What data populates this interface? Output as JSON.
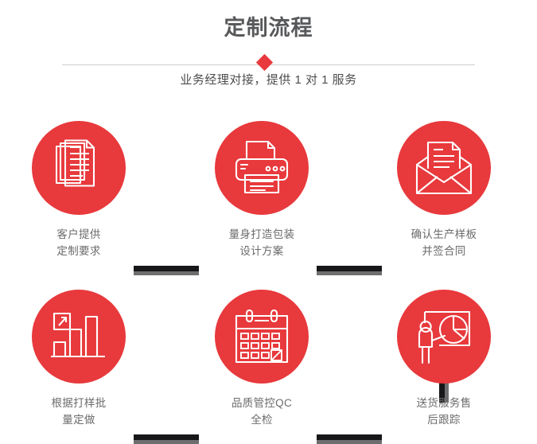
{
  "header": {
    "title": "定制流程",
    "subtitle": "业务经理对接，提供 1 对 1 服务",
    "diamond_color": "#e8393c",
    "divider_color": "#cfcfcf",
    "title_color": "#58595b"
  },
  "theme": {
    "accent": "#e8393c",
    "connector_main": "#17171a",
    "connector_shadow": "#6e6e70",
    "label_color": "#6b6b6b",
    "background": "#ffffff"
  },
  "steps": [
    {
      "index": 1,
      "icon": "documents-stack-icon",
      "label": "客户提供\n定制要求"
    },
    {
      "index": 2,
      "icon": "printer-icon",
      "label": "量身打造包装\n设计方案"
    },
    {
      "index": 3,
      "icon": "envelope-document-icon",
      "label": "确认生产样板\n并签合同"
    },
    {
      "index": 4,
      "icon": "bar-chart-growth-icon",
      "label": "根据打样批\n量定做"
    },
    {
      "index": 5,
      "icon": "calendar-check-icon",
      "label": "品质管控QC\n全检"
    },
    {
      "index": 6,
      "icon": "presenter-pie-chart-icon",
      "label": "送货服务售\n后跟踪"
    }
  ],
  "connectors": [
    {
      "name": "connector-step1-step2",
      "orientation": "horizontal"
    },
    {
      "name": "connector-step2-step3",
      "orientation": "horizontal"
    },
    {
      "name": "connector-step3-step6",
      "orientation": "vertical"
    },
    {
      "name": "connector-step4-step5",
      "orientation": "horizontal"
    },
    {
      "name": "connector-step5-step6",
      "orientation": "horizontal"
    }
  ]
}
